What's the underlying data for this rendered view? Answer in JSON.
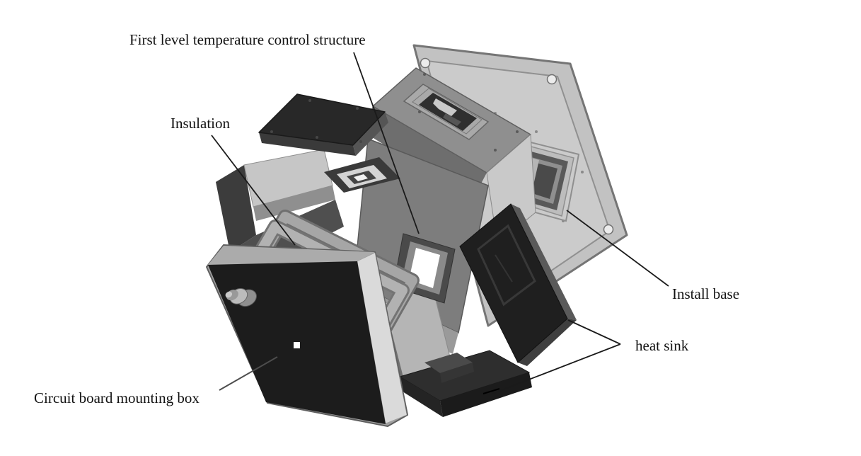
{
  "figure": {
    "kind": "exploded-assembly-diagram",
    "background": "#ffffff",
    "leader_line_color": "#1a1a1a",
    "labels": [
      {
        "id": "first-level-structure",
        "text": "First level temperature control structure"
      },
      {
        "id": "insulation",
        "text": "Insulation"
      },
      {
        "id": "install-base",
        "text": "Install base"
      },
      {
        "id": "heat-sink",
        "text": "heat sink"
      },
      {
        "id": "circuit-board-box",
        "text": "Circuit board mounting box"
      }
    ],
    "parts": [
      {
        "name": "install-base-plate",
        "appearance": "light gray square mounting plate, rounded corners, corner holes, square aperture with nested frames"
      },
      {
        "name": "temperature-control-housing",
        "appearance": "gray housing on plate with rectangular top opening"
      },
      {
        "name": "first-level-structure-core",
        "appearance": "gray layered frame block with white windows"
      },
      {
        "name": "insulation-slab",
        "appearance": "dark flat slab floating above assembly"
      },
      {
        "name": "sealing-frames",
        "appearance": "two tilted gray gasket rings"
      },
      {
        "name": "circuit-board-mounting-box",
        "appearance": "large near-black slab with bright right edge and round side connector"
      },
      {
        "name": "heat-sink-panel",
        "appearance": "dark vertical plate"
      },
      {
        "name": "heat-sink-base",
        "appearance": "dark bottom slab with small pedestal"
      }
    ],
    "colors": {
      "plate": "#c2c2c2",
      "housing_top": "#8f8f8f",
      "light_face": "#c9c9c9",
      "insulation_slab": "#282828",
      "circuit_box_face": "#1c1c1c",
      "circuit_box_edge": "#dadada",
      "heat_sink": "#1f1f1f"
    }
  }
}
